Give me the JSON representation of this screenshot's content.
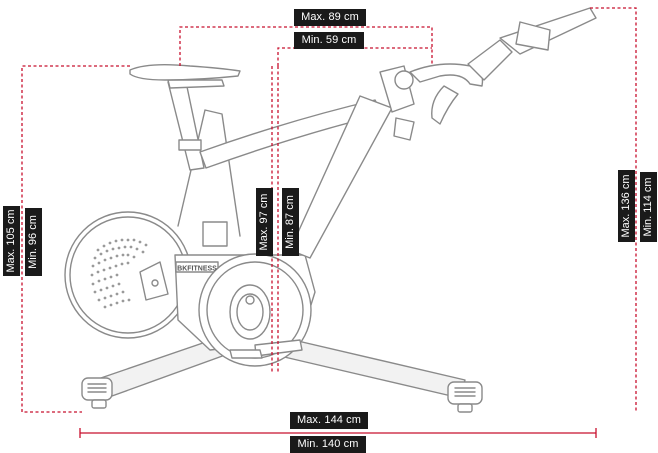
{
  "dimensions": {
    "seat_setback_max": "Max. 89 cm",
    "seat_setback_min": "Min. 59 cm",
    "seat_height_max": "Max. 105 cm",
    "seat_height_min": "Min. 96 cm",
    "post_height_max": "Max. 97 cm",
    "post_height_min": "Min. 87 cm",
    "total_height_max": "Max. 136 cm",
    "total_height_min": "Min. 114 cm",
    "length_max": "Max. 144 cm",
    "length_min": "Min. 140 cm"
  },
  "brand_plate": "BKFITNESS",
  "colors": {
    "dimension_line": "#c8102e",
    "label_bg": "#1a1a1a",
    "label_text": "#ffffff",
    "bike_outline": "#8a8a8a"
  }
}
